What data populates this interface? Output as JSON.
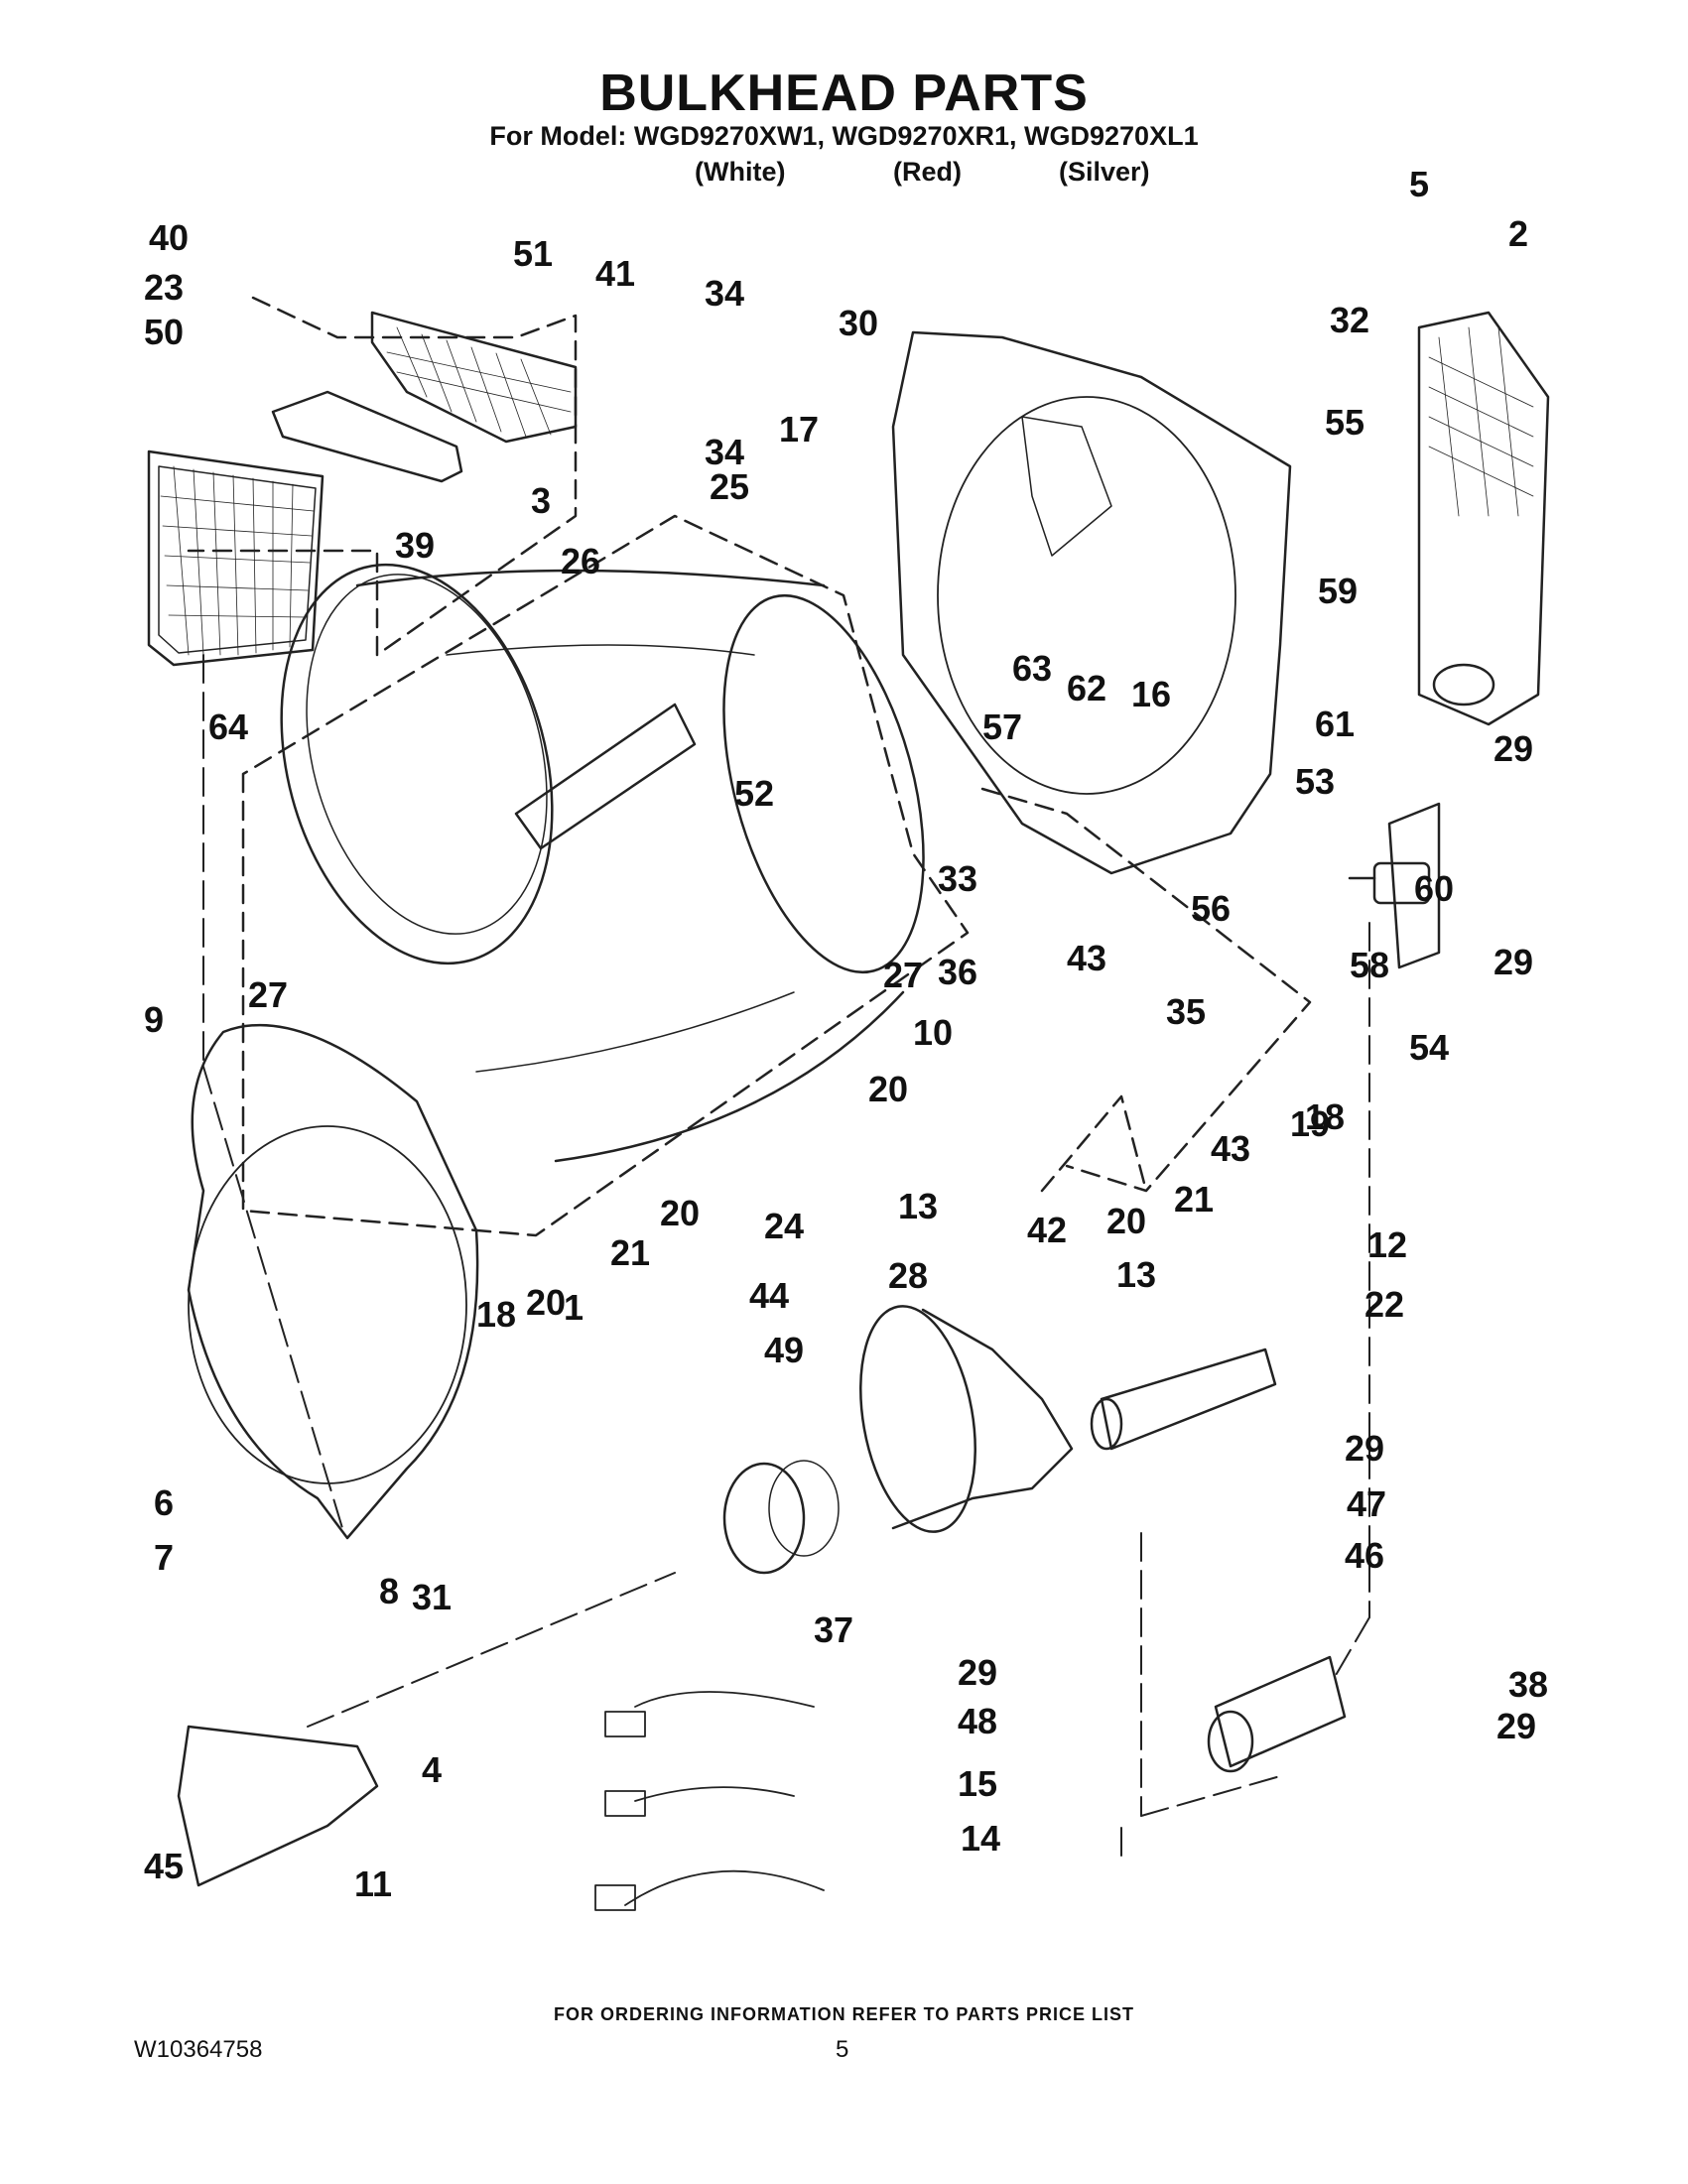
{
  "page": {
    "title": "BULKHEAD PARTS",
    "models_line": "For Model: WGD9270XW1, WGD9270XR1, WGD9270XL1",
    "variants": [
      "(White)",
      "(Red)",
      "(Silver)"
    ],
    "footer_note": "FOR ORDERING INFORMATION REFER TO PARTS PRICE LIST",
    "doc_id": "W10364758",
    "page_number": "5"
  },
  "diagram": {
    "line_color": "#222222",
    "callouts": [
      "40",
      "51",
      "41",
      "34",
      "30",
      "32",
      "5",
      "2",
      "23",
      "50",
      "34",
      "3",
      "39",
      "17",
      "55",
      "25",
      "26",
      "59",
      "63",
      "62",
      "57",
      "16",
      "64",
      "52",
      "61",
      "29",
      "53",
      "60",
      "56",
      "58",
      "29",
      "33",
      "43",
      "36",
      "35",
      "27",
      "27",
      "54",
      "9",
      "10",
      "18",
      "20",
      "43",
      "19",
      "20",
      "21",
      "24",
      "13",
      "42",
      "12",
      "28",
      "44",
      "13",
      "22",
      "49",
      "21",
      "20",
      "1",
      "20",
      "18",
      "8",
      "6",
      "7",
      "31",
      "37",
      "29",
      "47",
      "46",
      "4",
      "29",
      "48",
      "38",
      "29",
      "15",
      "14",
      "45",
      "11"
    ]
  }
}
